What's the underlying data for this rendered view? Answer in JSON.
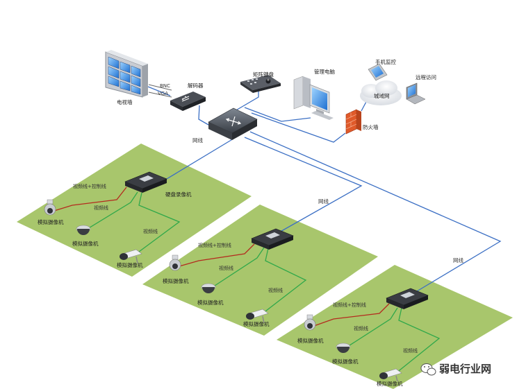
{
  "devices": {
    "video_wall": "电视墙",
    "decoder": "解码器",
    "matrix_keyboard": "矩阵键盘",
    "mgmt_pc": "管理电脑",
    "mobile": "手机监控",
    "remote": "远程访问",
    "wan": "城域网",
    "firewall": "防火墙",
    "dvr": "硬盘录像机",
    "camera": "模拟摄像机"
  },
  "links": {
    "bnc": "BNC",
    "vga": "VGA",
    "net": "网线",
    "video_control": "视频线+控制线",
    "video": "视频线"
  },
  "watermark": "弱电行业网",
  "colors": {
    "platform": "#a8c66c",
    "net_line": "#3b6fc4",
    "control_line": "#b42a1e",
    "video_line": "#2fa84a",
    "firewall": "#e05a2a"
  }
}
